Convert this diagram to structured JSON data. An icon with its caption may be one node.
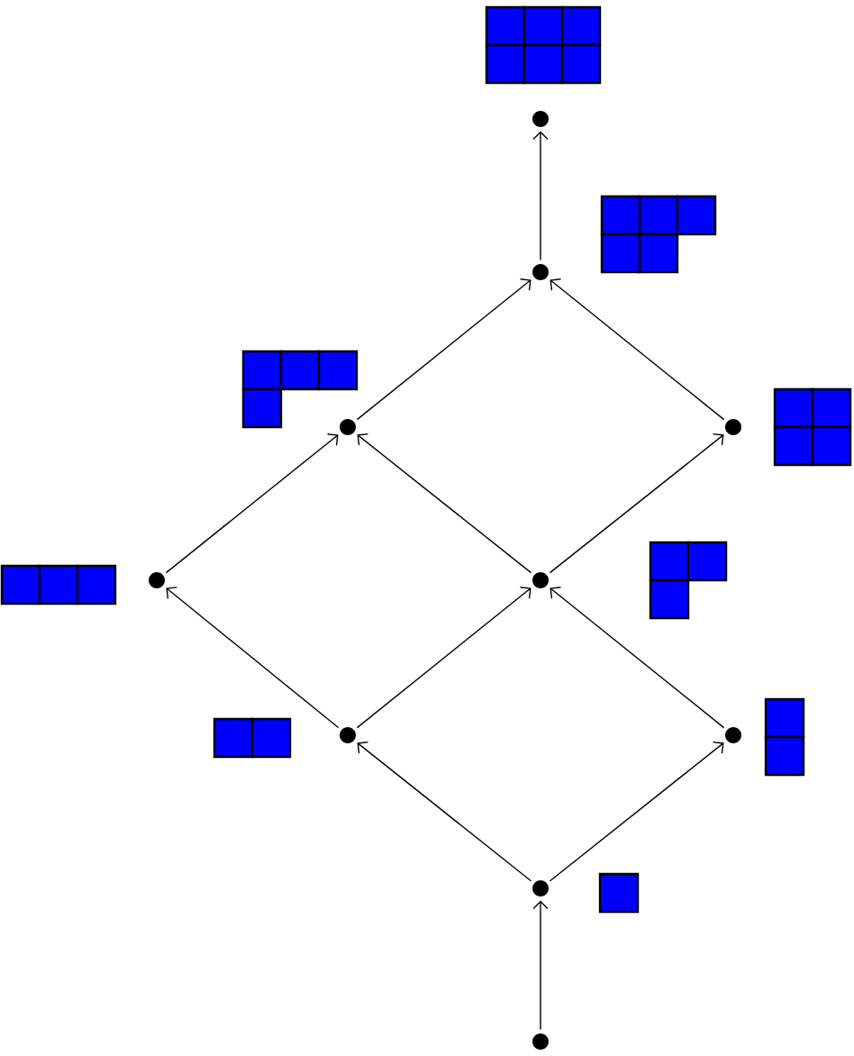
{
  "diagram": {
    "nodes": [
      {
        "text": [],
        "shape": "circle"
      },
      {
        "text": [],
        "shape": "circle"
      },
      {
        "text": [],
        "shape": "circle"
      },
      {
        "text": [],
        "shape": "circle"
      },
      {
        "text": [],
        "shape": "circle"
      },
      {
        "text": [],
        "shape": "circle"
      },
      {
        "text": [],
        "shape": "circle"
      },
      {
        "text": [],
        "shape": "circle"
      },
      {
        "text": [],
        "shape": "circle"
      },
      {
        "text": [],
        "shape": "circle"
      }
    ],
    "edges": [
      {
        "from": 9,
        "to": 8,
        "arrow": "to"
      },
      {
        "from": 8,
        "to": 6,
        "arrow": "to"
      },
      {
        "from": 8,
        "to": 7,
        "arrow": "to"
      },
      {
        "from": 6,
        "to": 4,
        "arrow": "to"
      },
      {
        "from": 6,
        "to": 5,
        "arrow": "to"
      },
      {
        "from": 7,
        "to": 5,
        "arrow": "to"
      },
      {
        "from": 4,
        "to": 2,
        "arrow": "to"
      },
      {
        "from": 5,
        "to": 2,
        "arrow": "to"
      },
      {
        "from": 5,
        "to": 3,
        "arrow": "to"
      },
      {
        "from": 2,
        "to": 1,
        "arrow": "to"
      },
      {
        "from": 3,
        "to": 1,
        "arrow": "to"
      },
      {
        "from": 1,
        "to": 0,
        "arrow": "to"
      }
    ]
  }
}
